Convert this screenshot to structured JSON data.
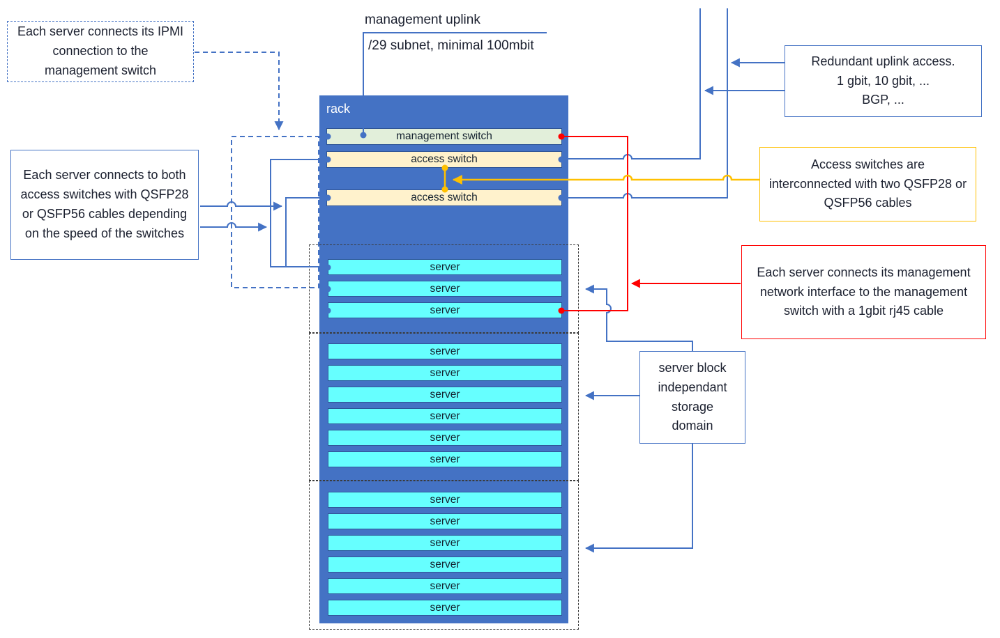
{
  "colors": {
    "accent_blue": "#4472C4",
    "accent_red": "#FF0000",
    "accent_yellow": "#FFC000",
    "rack_fill": "#4472C4",
    "management_switch_fill": "#E2EFDA",
    "access_switch_fill": "#FFF2CC",
    "server_fill": "#66FFFF"
  },
  "rack": {
    "label": "rack",
    "management_switch_label": "management switch",
    "access_switch_label": "access switch",
    "server_label": "server",
    "blocks": [
      {
        "server_count": 3
      },
      {
        "server_count": 6
      },
      {
        "server_count": 6
      }
    ]
  },
  "uplink": {
    "title": "management uplink",
    "subtitle": "/29 subnet, minimal 100mbit"
  },
  "notes": {
    "ipmi": "Each server connects its IPMI connection to the management switch",
    "qsfp": "Each server connects to both access switches with QSFP28 or QSFP56 cables depending on the speed of the switches",
    "redundant_lines": [
      "Redundant uplink access.",
      "1 gbit, 10 gbit, ...",
      "BGP, ..."
    ],
    "interconnect": "Access switches are interconnected with two QSFP28 or QSFP56 cables",
    "mgmt_nic": "Each server connects its management network interface to the management switch with a 1gbit rj45 cable",
    "storage_lines": [
      "server block",
      "independant",
      "storage",
      "domain"
    ]
  }
}
